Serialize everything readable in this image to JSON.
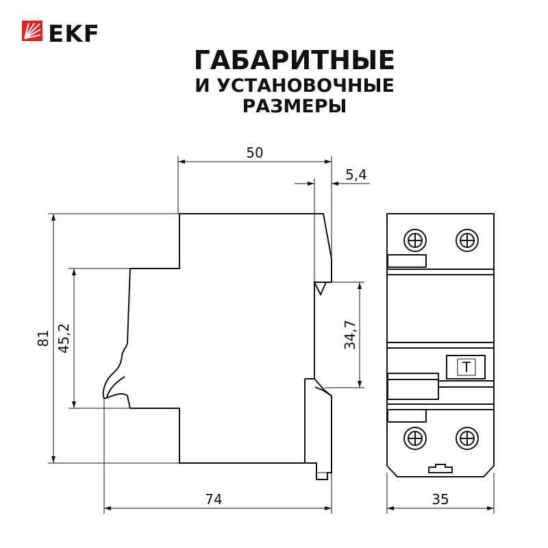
{
  "brand": {
    "name": "EKF",
    "logo_color": "#e31e24"
  },
  "title": {
    "line1": "ГАБАРИТНЫЕ",
    "line2": "И УСТАНОВОЧНЫЕ",
    "line3": "РАЗМЕРЫ"
  },
  "dimensions": {
    "top_width": "50",
    "rail_gap": "5,4",
    "total_height": "81",
    "face_height": "45,2",
    "rail_height": "34,7",
    "total_depth": "74",
    "front_width": "35"
  },
  "front_view": {
    "test_button_label": "T"
  }
}
